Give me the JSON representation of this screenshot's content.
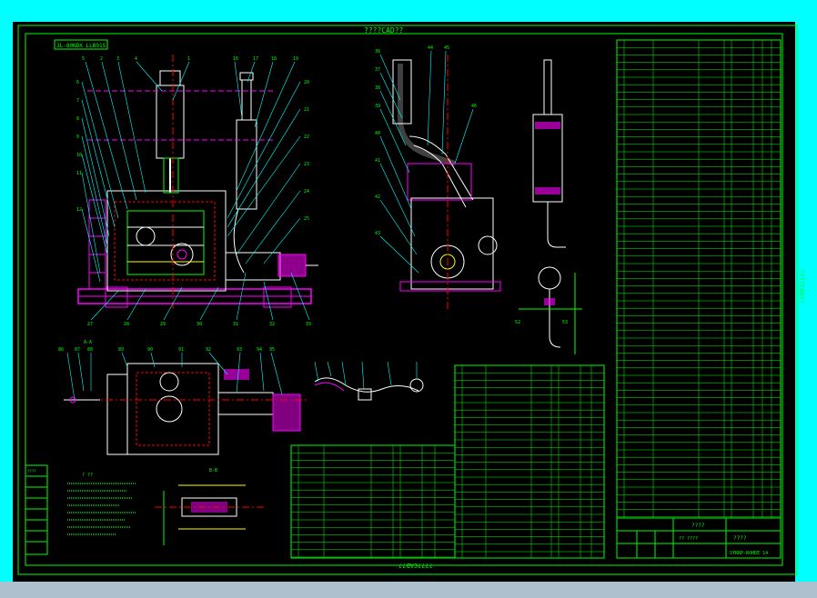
{
  "drawing": {
    "top_title": "????CAD??",
    "bottom_title": "????CAD??",
    "side_title": "????CAD??",
    "front_view_label": "JL-80NDX LLB91S",
    "section_label_a": "A-A",
    "section_label_b": "B-B",
    "notes_title": "? ??",
    "title_block_name": "????",
    "title_block_drawing_no": "?? ????",
    "title_block_company": "????",
    "title_block_scale": "SYKRP-ROHDE 14",
    "left_strip_header": "????"
  },
  "colors": {
    "frame_cyan": "#00ffff",
    "outline": "#00ff00",
    "sheet": "#000000",
    "parts_magenta": "#ff00ff",
    "leader_cyan": "#00ffff",
    "dim_yellow": "#ffff00",
    "detail_white": "#ffffff",
    "hidden_red": "#ff0000"
  }
}
